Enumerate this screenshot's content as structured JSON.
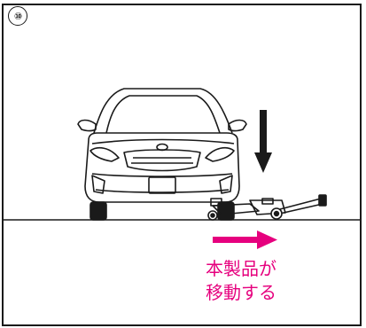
{
  "step": {
    "number": "⑩"
  },
  "caption": {
    "line1": "本製品が",
    "line2": "移動する",
    "color": "#e6007e"
  },
  "colors": {
    "line": "#1a1a1a",
    "accent": "#e6007e"
  },
  "icons": {
    "down_arrow": "down-arrow-icon",
    "right_arrow": "right-arrow-icon"
  }
}
